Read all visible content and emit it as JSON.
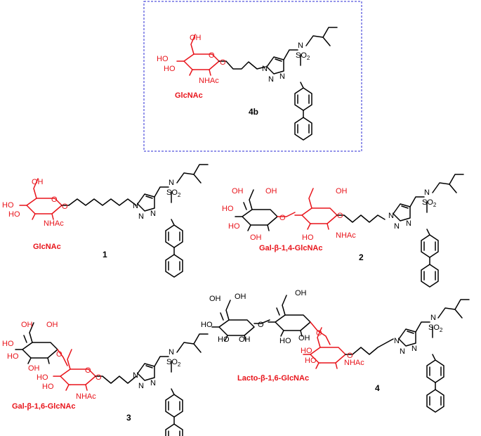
{
  "labels": {
    "oh": "OH",
    "ho": "HO",
    "nhac": "NHAc",
    "o": "O",
    "n": "N",
    "so": "SO",
    "two": "2"
  },
  "compounds": [
    {
      "id": "4b",
      "caption": "GlcNAc",
      "number": "4b"
    },
    {
      "id": "1",
      "caption": "GlcNAc",
      "number": "1"
    },
    {
      "id": "2",
      "caption": "Gal-β-1,4-GlcNAc",
      "number": "2"
    },
    {
      "id": "3",
      "caption": "Gal-β-1,6-GlcNAc",
      "number": "3"
    },
    {
      "id": "4",
      "caption": "Lacto-β-1,6-GlcNAc",
      "number": "4"
    }
  ],
  "colors": {
    "sugar": "#e8141b",
    "box": "#2b2bd6",
    "bond": "#000000"
  }
}
